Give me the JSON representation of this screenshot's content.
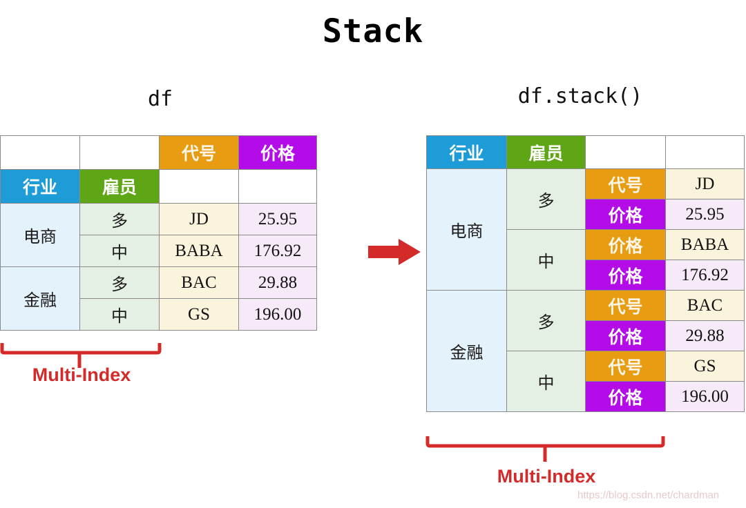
{
  "title": "Stack",
  "captions": {
    "left": "df",
    "right": "df.stack()"
  },
  "labels": {
    "multi_index": "Multi-Index",
    "arrow": "right-arrow"
  },
  "colors": {
    "header_industry": "#1E9CD8",
    "header_employee": "#5FA617",
    "header_ticker": "#E79C11",
    "header_price": "#B40CE8",
    "tint_industry": "#E3F2FB",
    "tint_employee": "#E5F0E4",
    "tint_ticker": "#FBF4DC",
    "tint_price": "#F6EAF8",
    "accent_red": "#D42A2A",
    "border": "#8a8a8a"
  },
  "headers": {
    "industry": "行业",
    "employee": "雇员",
    "ticker": "代号",
    "price": "价格",
    "blank": ""
  },
  "left_table": {
    "column_header_row": [
      "",
      "",
      "代号",
      "价格"
    ],
    "index_header_row": [
      "行业",
      "雇员",
      "",
      ""
    ],
    "rows": [
      {
        "industry": "电商",
        "industry_rowspan": 2,
        "employee": "多",
        "ticker": "JD",
        "price": "25.95"
      },
      {
        "industry": "",
        "industry_rowspan": 0,
        "employee": "中",
        "ticker": "BABA",
        "price": "176.92"
      },
      {
        "industry": "金融",
        "industry_rowspan": 2,
        "employee": "多",
        "ticker": "BAC",
        "price": "29.88"
      },
      {
        "industry": "",
        "industry_rowspan": 0,
        "employee": "中",
        "ticker": "GS",
        "price": "196.00"
      }
    ]
  },
  "right_table": {
    "header_row": [
      "行业",
      "雇员",
      "",
      ""
    ],
    "groups": [
      {
        "industry": "电商",
        "subgroups": [
          {
            "employee": "多",
            "entries": [
              {
                "field": "代号",
                "value": "JD",
                "field_color": "orange"
              },
              {
                "field": "价格",
                "value": "25.95",
                "field_color": "purple"
              }
            ]
          },
          {
            "employee": "中",
            "entries": [
              {
                "field": "价格",
                "value": "BABA",
                "field_color": "orange"
              },
              {
                "field": "价格",
                "value": "176.92",
                "field_color": "purple"
              }
            ]
          }
        ]
      },
      {
        "industry": "金融",
        "subgroups": [
          {
            "employee": "多",
            "entries": [
              {
                "field": "代号",
                "value": "BAC",
                "field_color": "orange"
              },
              {
                "field": "价格",
                "value": "29.88",
                "field_color": "purple"
              }
            ]
          },
          {
            "employee": "中",
            "entries": [
              {
                "field": "代号",
                "value": "GS",
                "field_color": "orange"
              },
              {
                "field": "价格",
                "value": "196.00",
                "field_color": "purple"
              }
            ]
          }
        ]
      }
    ]
  },
  "watermark": "https://blog.csdn.net/chardman"
}
